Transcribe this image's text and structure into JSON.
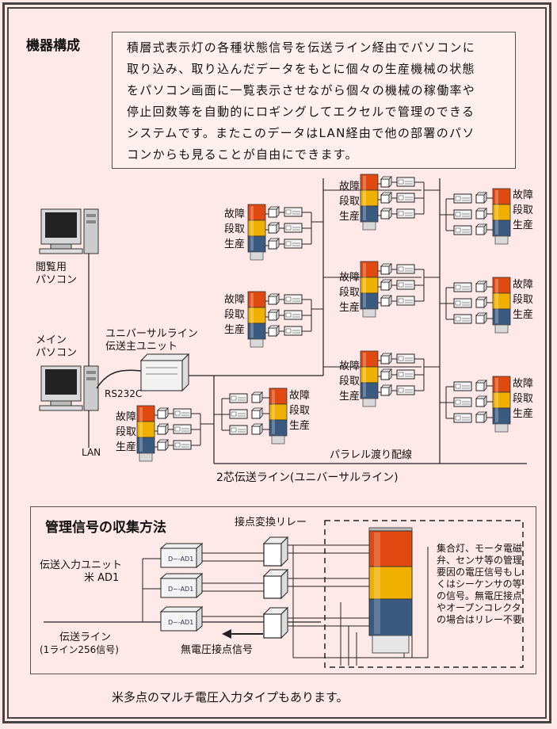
{
  "heading_config": "機器構成",
  "intro_lines": [
    "積層式表示灯の各種状態信号を伝送ライン経由でパソコンに",
    "取り込み、取り込んだデータをもとに個々の生産機械の状態",
    "をパソコン画面に一覧表示させながら個々の機械の稼働率や",
    "停止回数等を自動的にロギングしてエクセルで管理のできる",
    "システムです。またこのデータはLAN経由で他の部署のパソ",
    "コンからも見ることが自由にできます。"
  ],
  "pc_view_label": [
    "閲覧用",
    "パソコン"
  ],
  "pc_main_label": [
    "メイン",
    "パソコン"
  ],
  "master_unit_label": [
    "ユニバーサルライン",
    "伝送主ユニット"
  ],
  "rs232c": "RS232C",
  "lan": "LAN",
  "signals": [
    "故障",
    "段取",
    "生産"
  ],
  "parallel_label": "パラレル渡り配線",
  "line_label": "2芯伝送ライン(ユニバーサルライン)",
  "heading_collect": "管理信号の収集方法",
  "relay_label": "接点変換リレー",
  "input_unit_label": [
    "伝送入力ユニット",
    "米 AD1"
  ],
  "trans_line_label": [
    "伝送ライン",
    "(1ライン256信号)"
  ],
  "dry_contact_label": "無電圧接点信号",
  "note_text": "集合灯、モータ電磁弁、センサ等の管理要因の電圧信号もしくはシーケンサの等の信号。無電圧接点やオープンコレクタの場合はリレー不要",
  "footer": "米多点のマルチ電圧入力タイプもあります。",
  "colors": {
    "background": "#ffe8e8",
    "lamp_red": "#e04a10",
    "lamp_yellow": "#f0b000",
    "lamp_blue": "#3a5a80"
  }
}
